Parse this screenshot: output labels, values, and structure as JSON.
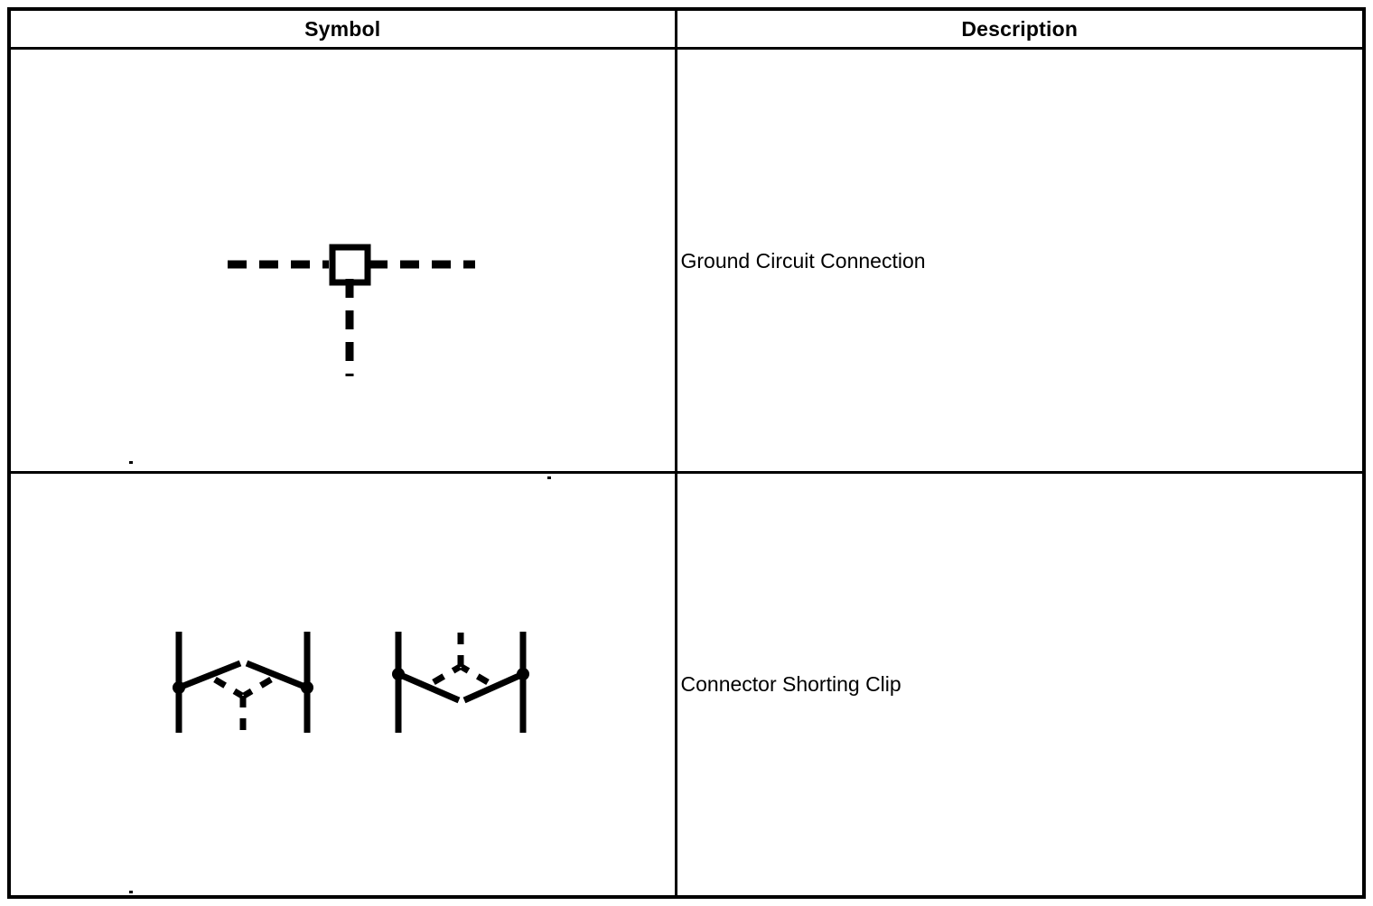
{
  "table": {
    "columns": [
      {
        "key": "symbol",
        "label": "Symbol"
      },
      {
        "key": "description",
        "label": "Description"
      }
    ],
    "rows": [
      {
        "symbol_name": "ground-circuit-connection-symbol",
        "description": "Ground Circuit Connection",
        "symbol": {
          "type": "ground-circuit-connection",
          "elements": [
            {
              "part": "square-terminal",
              "style": "solid-outline"
            },
            {
              "part": "lead-left",
              "style": "dashed-horizontal"
            },
            {
              "part": "lead-right",
              "style": "dashed-horizontal"
            },
            {
              "part": "lead-down",
              "style": "dashed-vertical"
            }
          ]
        }
      },
      {
        "symbol_name": "connector-shorting-clip-symbol",
        "description": "Connector Shorting Clip",
        "symbol": {
          "type": "connector-shorting-clip",
          "variants": [
            {
              "name": "clip-up-orientation",
              "elements": [
                {
                  "part": "terminal-bar-left",
                  "style": "solid-vertical"
                },
                {
                  "part": "terminal-bar-right",
                  "style": "solid-vertical"
                },
                {
                  "part": "contact-dot-left",
                  "style": "filled-dot"
                },
                {
                  "part": "contact-dot-right",
                  "style": "filled-dot"
                },
                {
                  "part": "clip-arm-left",
                  "style": "solid-diagonal"
                },
                {
                  "part": "clip-arm-right",
                  "style": "solid-diagonal"
                },
                {
                  "part": "dashed-vee",
                  "style": "dashed-diagonal"
                },
                {
                  "part": "dashed-stem",
                  "style": "dashed-vertical"
                }
              ]
            },
            {
              "name": "clip-down-orientation",
              "elements": [
                {
                  "part": "terminal-bar-left",
                  "style": "solid-vertical"
                },
                {
                  "part": "terminal-bar-right",
                  "style": "solid-vertical"
                },
                {
                  "part": "contact-dot-left",
                  "style": "filled-dot"
                },
                {
                  "part": "contact-dot-right",
                  "style": "filled-dot"
                },
                {
                  "part": "clip-arm-left",
                  "style": "solid-diagonal"
                },
                {
                  "part": "clip-arm-right",
                  "style": "solid-diagonal"
                },
                {
                  "part": "dashed-vee",
                  "style": "dashed-diagonal"
                },
                {
                  "part": "dashed-stem",
                  "style": "dashed-vertical"
                }
              ]
            }
          ]
        }
      }
    ]
  },
  "style": {
    "ink": "#000000",
    "paper": "#ffffff"
  }
}
